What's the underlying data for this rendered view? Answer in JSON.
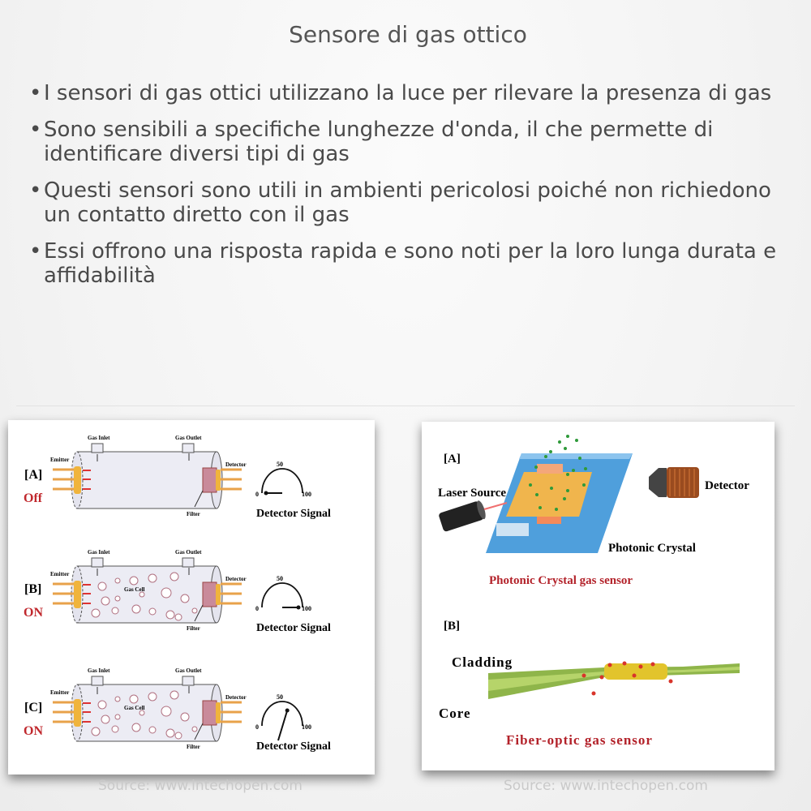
{
  "title": "Sensore di gas ottico",
  "bullets": [
    "I sensori di gas ottici utilizzano la luce per rilevare la presenza di gas",
    "Sono sensibili a specifiche lunghezze d'onda, il che permette di identificare diversi tipi di gas",
    "Questi sensori sono utili in ambienti pericolosi poiché non richiedono un contatto diretto con il gas",
    "Essi offrono una risposta rapida e sono noti per la loro lunga durata e affidabilità"
  ],
  "left_figure": {
    "labels": {
      "gas_inlet": "Gas Inlet",
      "gas_outlet": "Gas Outlet",
      "emitter": "Emitter",
      "detector": "Detector",
      "filter": "Filter",
      "gas_cell": "Gas Cell",
      "detector_signal": "Detector Signal",
      "gauge_min": "0",
      "gauge_mid": "50",
      "gauge_max": "100"
    },
    "panels": [
      {
        "tag": "[A]",
        "state": "Off",
        "gas": false,
        "needle": 0
      },
      {
        "tag": "[B]",
        "state": "ON",
        "gas": true,
        "needle": 100
      },
      {
        "tag": "[C]",
        "state": "ON",
        "gas": true,
        "needle": 60
      }
    ],
    "source": "Source: www.intechopen.com"
  },
  "right_figure": {
    "a_tag": "[A]",
    "laser_source": "Laser Source",
    "detector": "Detector",
    "photonic_crystal": "Photonic Crystal",
    "a_caption": "Photonic Crystal gas sensor",
    "b_tag": "[B]",
    "cladding": "Cladding",
    "core": "Core",
    "b_caption": "Fiber-optic gas sensor",
    "source": "Source: www.intechopen.com"
  },
  "colors": {
    "caption_red": "#b3222a",
    "state_red": "#c0282d",
    "beam": "#e8a24a",
    "crystal_blue": "#4f9fdc"
  }
}
